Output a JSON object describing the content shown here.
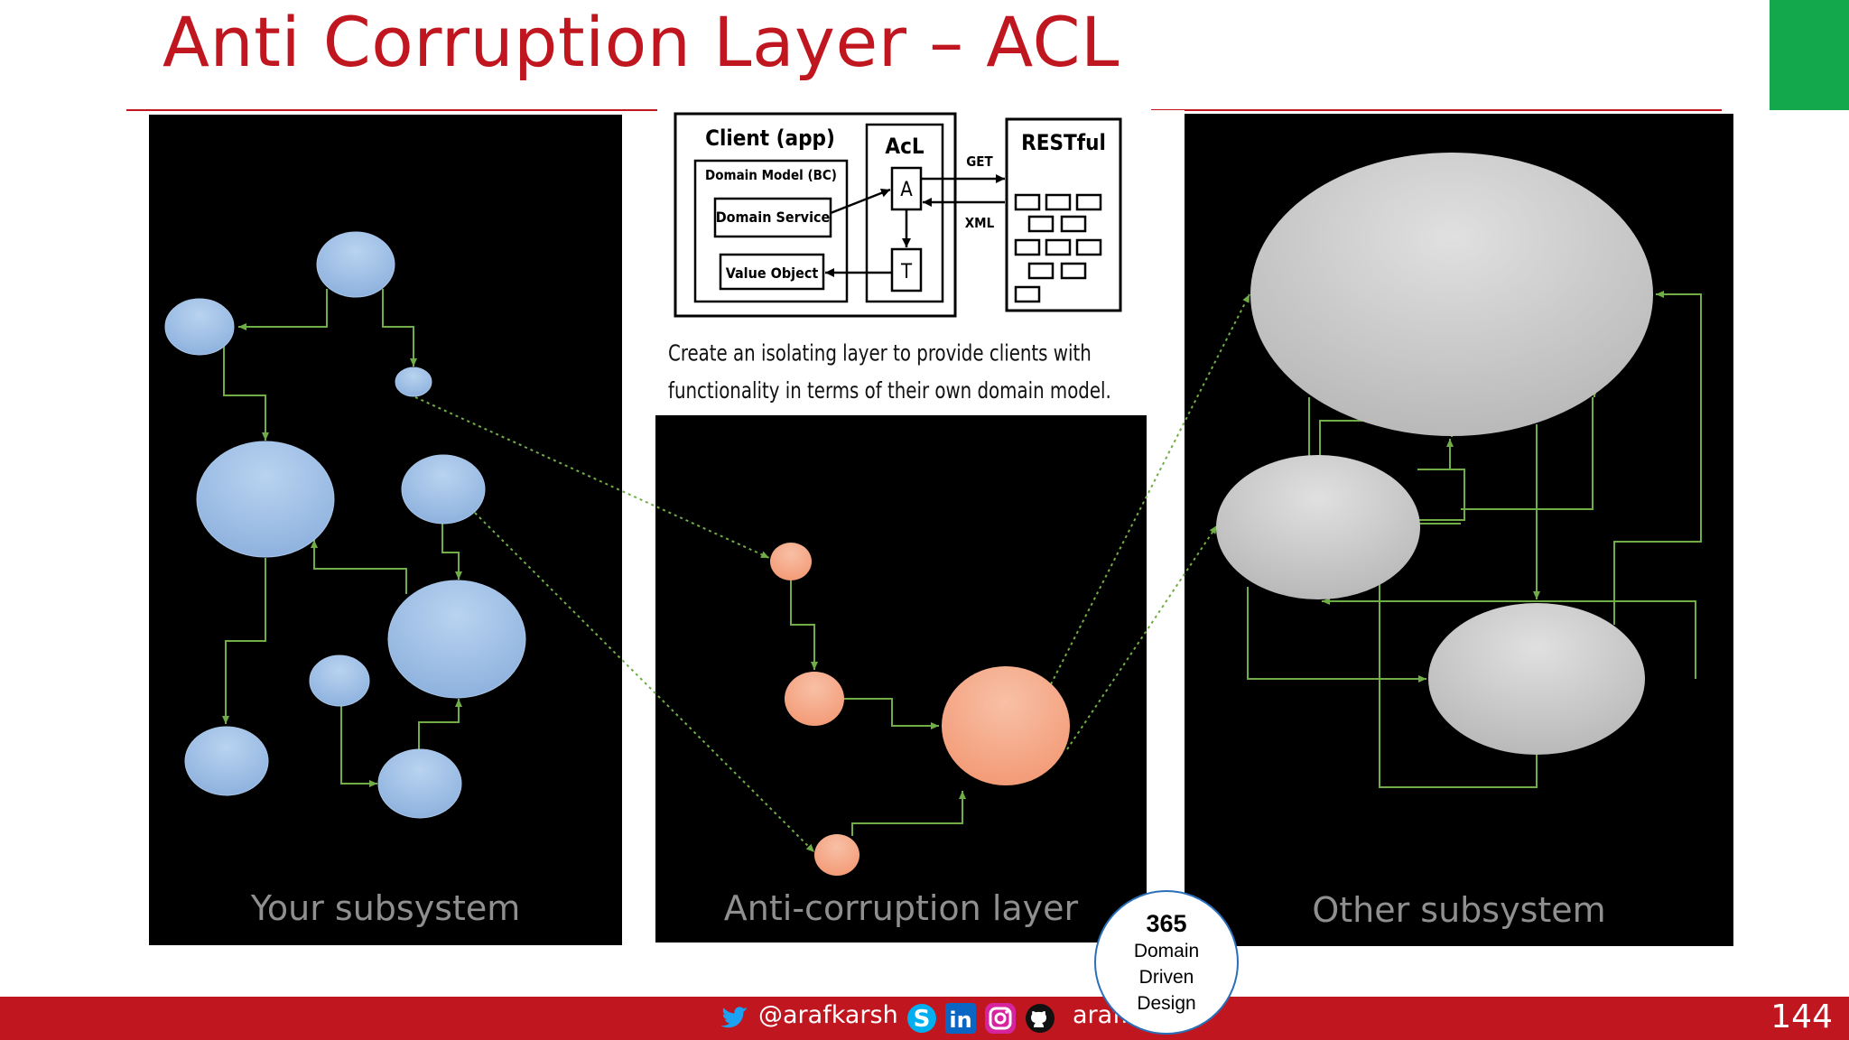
{
  "title": "Anti Corruption Layer – ACL",
  "panels": {
    "yours": "Your subsystem",
    "acl": "Anti-corruption layer",
    "other": "Other subsystem"
  },
  "inset": {
    "client": "Client (app)",
    "domain_model": "Domain Model (BC)",
    "domain_service": "Domain Service",
    "value_object": "Value Object",
    "acl": "AcL",
    "adapter": "A",
    "translator": "T",
    "restful": "RESTful",
    "get": "GET",
    "xml": "XML",
    "caption": "Create an isolating layer to provide clients with functionality in terms of their own domain model."
  },
  "badge": {
    "number": "365",
    "line1": "Domain",
    "line2": "Driven",
    "line3": "Design"
  },
  "footer": {
    "handle": "@arafkarsh",
    "handle2": "arafk",
    "page": "144",
    "icons": [
      "twitter-icon",
      "skype-icon",
      "linkedin-icon",
      "instagram-icon",
      "github-icon"
    ]
  },
  "colors": {
    "title": "#c0161f",
    "accent_green": "#12a84b",
    "blue_node": "#9dbfe6",
    "orange_node": "#f6a585",
    "gray_node": "#c8c8c8",
    "edge": "#70ad47"
  }
}
